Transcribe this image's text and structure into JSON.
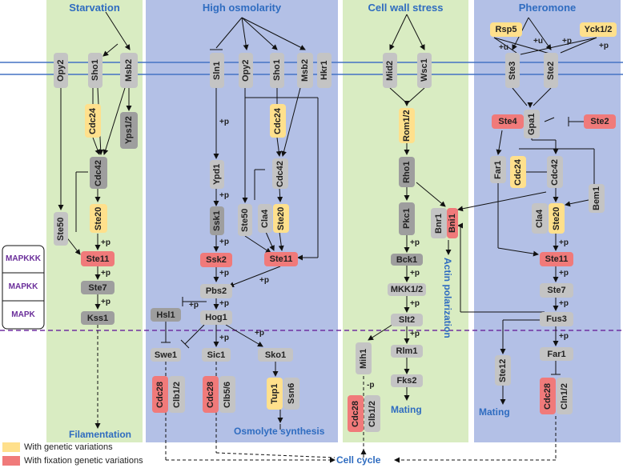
{
  "panels": {
    "starvation": "Starvation",
    "high_osmolarity": "High osmolarity",
    "cell_wall_stress": "Cell wall stress",
    "pheromone": "Pheromone"
  },
  "colors": {
    "green_panel": "#d9ecc2",
    "blue_panel": "#b3c0e6",
    "gray_node": "#c4c4c4",
    "dark_node": "#9e9e9e",
    "yellow_node": "#ffe08c",
    "red_node": "#f07a7a",
    "membrane_line": "#4472c4",
    "mapk_divider": "#7030a0"
  },
  "nodes": {
    "s_opy2": "Opy2",
    "s_sho1": "Sho1",
    "s_msb2": "Msb2",
    "s_cdc24": "Cdc24",
    "s_yps12": "Yps1/2",
    "s_cdc42": "Cdc42",
    "s_ste20": "Ste20",
    "s_ste50": "Ste50",
    "s_ste11": "Ste11",
    "s_ste7": "Ste7",
    "s_kss1": "Kss1",
    "h_sln1": "Sln1",
    "h_opy2": "Opy2",
    "h_sho1": "Sho1",
    "h_msb2": "Msb2",
    "h_hkr1": "Hkr1",
    "h_ypd1": "Ypd1",
    "h_ssk1": "Ssk1",
    "h_ssk2": "Ssk2",
    "h_cdc24": "Cdc24",
    "h_cdc42": "Cdc42",
    "h_ste50": "Ste50",
    "h_cla4": "Cla4",
    "h_ste20": "Ste20",
    "h_ste11": "Ste11",
    "h_pbs2": "Pbs2",
    "h_hsl1": "Hsl1",
    "h_hog1": "Hog1",
    "h_swe1": "Swe1",
    "h_sic1": "Sic1",
    "h_sko1": "Sko1",
    "h_cdc28a": "Cdc28",
    "h_clb12": "Clb1/2",
    "h_cdc28b": "Cdc28",
    "h_clb56": "Clb5/6",
    "h_tup1": "Tup1",
    "h_ssn6": "Ssn6",
    "w_mid2": "Mid2",
    "w_wsc1": "Wsc1",
    "w_rom12": "Rom1/2",
    "w_rho1": "Rho1",
    "w_pkc1": "Pkc1",
    "w_bck1": "Bck1",
    "w_mkk12": "MKK1/2",
    "w_slt2": "Slt2",
    "w_rlm1": "Rlm1",
    "w_fks2": "Fks2",
    "w_mih1": "Mih1",
    "w_cdc28": "Cdc28",
    "w_clb12": "Clb1/2",
    "w_bnr1": "Bnr1",
    "w_bni1": "Bni1",
    "p_rsp5": "Rsp5",
    "p_yck12": "Yck1/2",
    "p_ste3": "Ste3",
    "p_ste2r": "Ste2",
    "p_gpa1": "Gpa1",
    "p_ste4": "Ste4",
    "p_ste2": "Ste2",
    "p_far1a": "Far1",
    "p_cdc24": "Cdc24",
    "p_cdc42": "Cdc42",
    "p_bem1": "Bem1",
    "p_cla4": "Cla4",
    "p_ste20": "Ste20",
    "p_ste11": "Ste11",
    "p_ste7": "Ste7",
    "p_fus3": "Fus3",
    "p_ste12": "Ste12",
    "p_far1b": "Far1",
    "p_cdc28": "Cdc28",
    "p_cln12": "Cln1/2"
  },
  "kinase_levels": {
    "mapkkk": "MAPKKK",
    "mapkk": "MAPKK",
    "mapk": "MAPK"
  },
  "outputs": {
    "filamentation": "Filamentation",
    "osmolyte": "Osmolyte synthesis",
    "mating_wall": "Mating",
    "actin": "Actin polarization",
    "mating_pher": "Mating",
    "cell_cycle": "Cell cycle"
  },
  "marks": {
    "plus_p": "+p",
    "minus_p": "-p",
    "plus_u": "+u"
  },
  "legend": {
    "yellow": "With genetic variations",
    "red": "With fixation genetic variations"
  }
}
